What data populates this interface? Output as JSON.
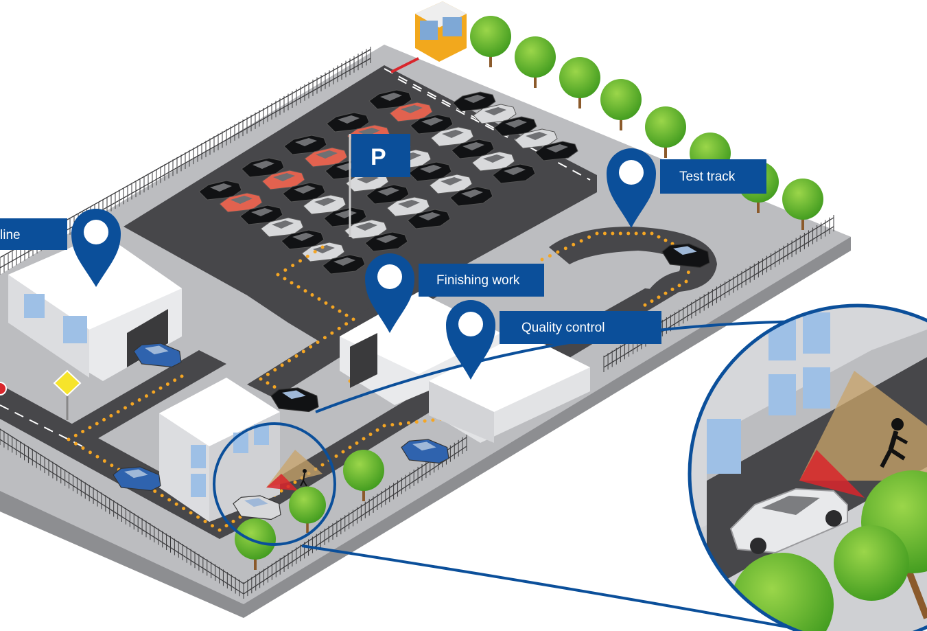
{
  "labels": {
    "production_line": "line",
    "finishing_work": "Finishing work",
    "quality_control": "Quality control",
    "test_track": "Test track"
  },
  "parking_sign": "P",
  "colors": {
    "brand_blue": "#0b4f9a",
    "asphalt": "#4a4a4d",
    "concrete": "#b9babd",
    "route_dots": "#f5a623",
    "tree_green": "#5fb42a",
    "sensor_red": "#d9262c",
    "sensor_amber": "#c9a46a"
  },
  "icons": [
    "map-pin-icon",
    "parking-flag-icon",
    "pedestrian-icon",
    "road-sign-icon",
    "car-icon",
    "tree-icon"
  ]
}
